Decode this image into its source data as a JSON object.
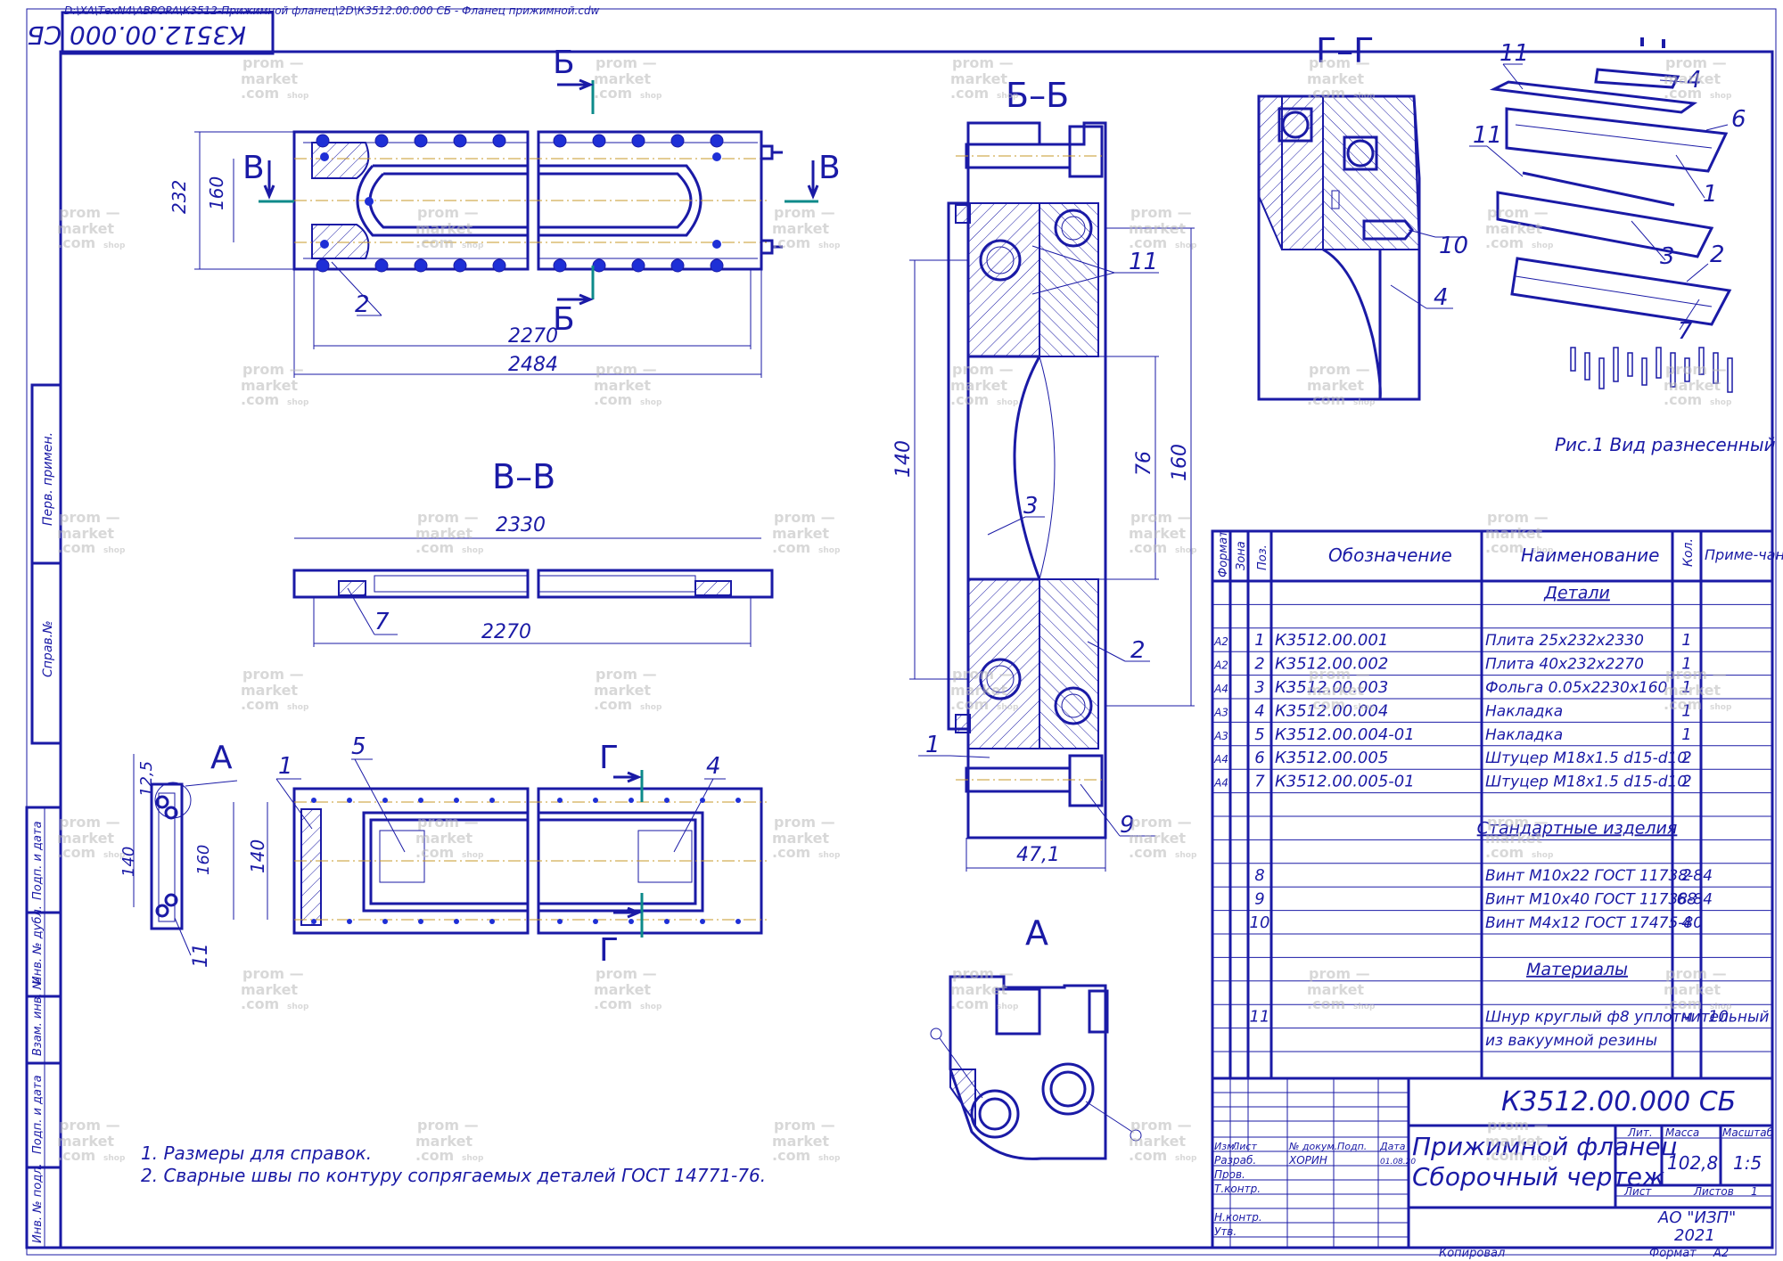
{
  "header": {
    "file_path": "D:\\ХА\\ТехN4\\АВРОРА\\К3512-Прижимной фланец\\2D\\К3512.00.000 СБ - Фланец прижимной.cdw",
    "mirrored_code": "К3512.00.000 СБ"
  },
  "side_stamp": {
    "perv_primen": "Перв. примен.",
    "sprav_no": "Справ.№",
    "podp_data_1": "Подп. и дата",
    "inv_dubl": "Инв. № дубл.",
    "vzam_inv": "Взам. инв. №",
    "podp_data_2": "Подп. и дата",
    "inv_podl": "Инв. № подл."
  },
  "views": {
    "top": {
      "section_b": "Б",
      "section_v": "В",
      "dim_232": "232",
      "dim_160": "160",
      "dim_2270": "2270",
      "dim_2484": "2484",
      "pos_2": "2"
    },
    "vv": {
      "title": "В–В",
      "dim_2330": "2330",
      "dim_2270": "2270",
      "pos_7": "7"
    },
    "bottom": {
      "view_a": "А",
      "section_g": "Г",
      "dim_12_5": "12,5",
      "dim_140_left": "140",
      "dim_160": "160",
      "dim_140": "140",
      "pos_1": "1",
      "pos_5": "5",
      "pos_4": "4",
      "pos_11": "11"
    },
    "bb": {
      "title": "Б–Б",
      "dim_140": "140",
      "dim_76": "76",
      "dim_160": "160",
      "dim_47_1": "47,1",
      "pos_11": "11",
      "pos_3": "3",
      "pos_2": "2",
      "pos_1": "1",
      "pos_9": "9"
    },
    "gg": {
      "title": "Г–Г",
      "pos_10": "10",
      "pos_4": "4"
    },
    "detail_a": {
      "title": "А"
    },
    "exploded": {
      "caption": "Рис.1 Вид разнесенный",
      "pos_11a": "11",
      "pos_4": "4",
      "pos_6": "6",
      "pos_11b": "11",
      "pos_1": "1",
      "pos_3": "3",
      "pos_2": "2",
      "pos_7": "7"
    }
  },
  "notes": [
    "1. Размеры для справок.",
    "2. Сварные швы по контуру сопрягаемых деталей ГОСТ 14771-76."
  ],
  "spec": {
    "headers": {
      "format": "Формат",
      "zone": "Зона",
      "pos": "Поз.",
      "designation": "Обозначение",
      "name": "Наименование",
      "qty": "Кол.",
      "note": "Приме-чание"
    },
    "rows": [
      {
        "format": "",
        "pos": "",
        "designation": "",
        "name": "Детали",
        "qty": "",
        "note": "",
        "section": true
      },
      {
        "format": "",
        "pos": "",
        "designation": "",
        "name": "",
        "qty": "",
        "note": ""
      },
      {
        "format": "А2",
        "pos": "1",
        "designation": "К3512.00.001",
        "name": "Плита 25х232х2330",
        "qty": "1",
        "note": ""
      },
      {
        "format": "А2",
        "pos": "2",
        "designation": "К3512.00.002",
        "name": "Плита 40х232х2270",
        "qty": "1",
        "note": ""
      },
      {
        "format": "А4",
        "pos": "3",
        "designation": "К3512.00.003",
        "name": "Фольга 0.05х2230х160",
        "qty": "1",
        "note": ""
      },
      {
        "format": "А3",
        "pos": "4",
        "designation": "К3512.00.004",
        "name": "Накладка",
        "qty": "1",
        "note": ""
      },
      {
        "format": "А3",
        "pos": "5",
        "designation": "К3512.00.004-01",
        "name": "Накладка",
        "qty": "1",
        "note": ""
      },
      {
        "format": "А4",
        "pos": "6",
        "designation": "К3512.00.005",
        "name": "Штуцер М18х1.5 d15-d10",
        "qty": "2",
        "note": ""
      },
      {
        "format": "А4",
        "pos": "7",
        "designation": "К3512.00.005-01",
        "name": "Штуцер М18х1.5 d15-d10",
        "qty": "2",
        "note": ""
      },
      {
        "format": "",
        "pos": "",
        "designation": "",
        "name": "",
        "qty": "",
        "note": ""
      },
      {
        "format": "",
        "pos": "",
        "designation": "",
        "name": "Стандартные изделия",
        "qty": "",
        "note": "",
        "section": true
      },
      {
        "format": "",
        "pos": "",
        "designation": "",
        "name": "",
        "qty": "",
        "note": ""
      },
      {
        "format": "",
        "pos": "8",
        "designation": "",
        "name": "Винт М10х22 ГОСТ 11738-84",
        "qty": "2",
        "note": ""
      },
      {
        "format": "",
        "pos": "9",
        "designation": "",
        "name": "Винт М10х40 ГОСТ 11738-84",
        "qty": "68",
        "note": ""
      },
      {
        "format": "",
        "pos": "10",
        "designation": "",
        "name": "Винт М4х12 ГОСТ 17475-80",
        "qty": "4",
        "note": ""
      },
      {
        "format": "",
        "pos": "",
        "designation": "",
        "name": "",
        "qty": "",
        "note": ""
      },
      {
        "format": "",
        "pos": "",
        "designation": "",
        "name": "Материалы",
        "qty": "",
        "note": "",
        "section": true
      },
      {
        "format": "",
        "pos": "",
        "designation": "",
        "name": "",
        "qty": "",
        "note": ""
      },
      {
        "format": "",
        "pos": "11",
        "designation": "",
        "name": "Шнур круглый ф8 уплотнительный",
        "qty": "м",
        "note": "10"
      },
      {
        "format": "",
        "pos": "",
        "designation": "",
        "name": "из вакуумной резины",
        "qty": "",
        "note": ""
      }
    ]
  },
  "title_block": {
    "code": "К3512.00.000 СБ",
    "name_line1": "Прижимной фланец",
    "name_line2": "Сборочный чертеж",
    "izm": "Изм.",
    "list": "Лист",
    "doc_no": "№ докум.",
    "podp": "Подп.",
    "data": "Дата",
    "razrab": "Разраб.",
    "razrab_name": "ХОРИН",
    "razrab_date": "01.08.20",
    "prov": "Пров.",
    "t_kontr": "Т.контр.",
    "n_kontr": "Н.контр.",
    "utv": "Утв.",
    "lit": "Лит.",
    "massa": "Масса",
    "masshtab": "Масштаб",
    "mass_value": "102,8",
    "scale_value": "1:5",
    "list_label": "Лист",
    "listov_label": "Листов",
    "listov_value": "1",
    "company": "АО \"ИЗП\"",
    "year": "2021",
    "kopiroval": "Копировал",
    "format_label": "Формат",
    "format_value": "А2"
  },
  "watermark": {
    "line1": "prom",
    "line2": "market",
    "line3": ".com",
    "line4": "shop"
  },
  "colors": {
    "line": "#1a1aa6",
    "center": "#c79a2a",
    "cut": "#0c8a8a",
    "bolt": "#1e2fd6"
  }
}
